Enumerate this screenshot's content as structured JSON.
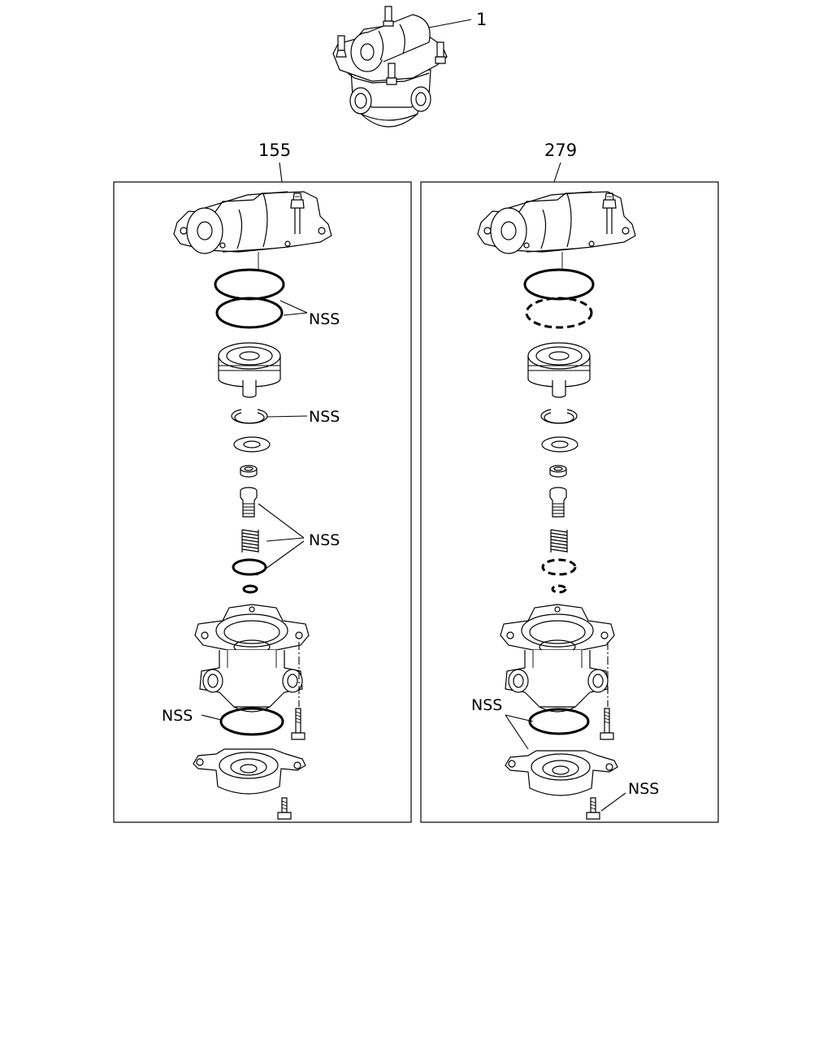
{
  "callouts": {
    "assembly": "1",
    "kit_left": "155",
    "kit_right": "279"
  },
  "nss_label": "NSS"
}
